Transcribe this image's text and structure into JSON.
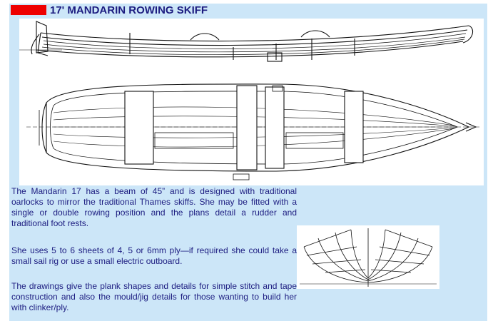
{
  "header": {
    "title": "17' MANDARIN ROWING SKIFF",
    "accent_color": "#ee0000",
    "title_color": "#1c1c80",
    "panel_color": "#cce6f8"
  },
  "drawings": {
    "main": "boat-profile-and-plan-drawing",
    "section": "hull-section-drawing"
  },
  "body": {
    "paragraph_1": "The Mandarin 17 has a beam of 45” and  is designed with traditional oarlocks to mirror the traditional Thames skiffs. She may be fitted with a single or double rowing position and the plans detail a rudder and traditional foot rests.",
    "paragraph_2": "She uses 5 to 6 sheets of 4, 5 or 6mm ply—if required she could take a small sail rig or use a small electric outboard.",
    "paragraph_3": "The drawings give the plank shapes and details for simple stitch and tape construction and also the mould/jig details for those wanting to build her with clinker/ply."
  }
}
